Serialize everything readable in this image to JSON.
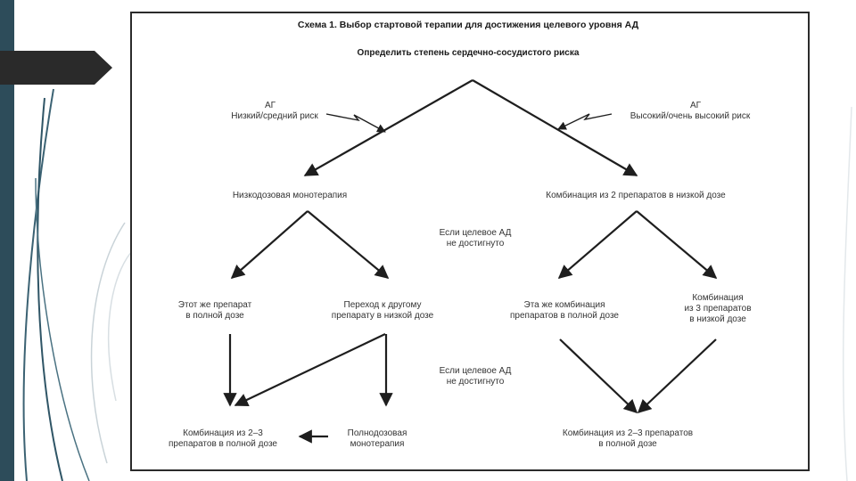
{
  "scheme": {
    "title": "Схема 1. Выбор стартовой терапии для достижения целевого уровня АД",
    "subtitle": "Определить степень сердечно-сосудистого риска"
  },
  "risk": {
    "low": {
      "line1": "АГ",
      "line2": "Низкий/средний риск"
    },
    "high": {
      "line1": "АГ",
      "line2": "Высокий/очень высокий риск"
    }
  },
  "nodes": {
    "low_dose_mono": "Низкодозовая монотерапия",
    "combo_two_low": "Комбинация из 2 препаратов в низкой дозе",
    "same_drug_full_1": "Этот же препарат",
    "same_drug_full_2": "в полной дозе",
    "switch_drug_1": "Переход к другому",
    "switch_drug_2": "препарату в низкой дозе",
    "same_combo_full_1": "Эта же комбинация",
    "same_combo_full_2": "препаратов в полной дозе",
    "combo_three_low_1": "Комбинация",
    "combo_three_low_2": "из 3 препаратов",
    "combo_three_low_3": "в низкой дозе",
    "combo_two_three_full_1": "Комбинация из 2–3",
    "combo_two_three_full_2": "препаратов в полной дозе",
    "full_dose_mono_1": "Полнодозовая",
    "full_dose_mono_2": "монотерапия",
    "combo_two_three_full_right_1": "Комбинация из 2–3 препаратов",
    "combo_two_three_full_right_2": "в полной дозе"
  },
  "conditions": {
    "first": {
      "line1": "Если целевое АД",
      "line2": "не достигнуто"
    },
    "second": {
      "line1": "Если целевое АД",
      "line2": "не достигнуто"
    }
  },
  "colors": {
    "line": "#1e1e1e",
    "text": "#333333",
    "band": "#2d4c5a",
    "marker": "#2a2a2a"
  }
}
